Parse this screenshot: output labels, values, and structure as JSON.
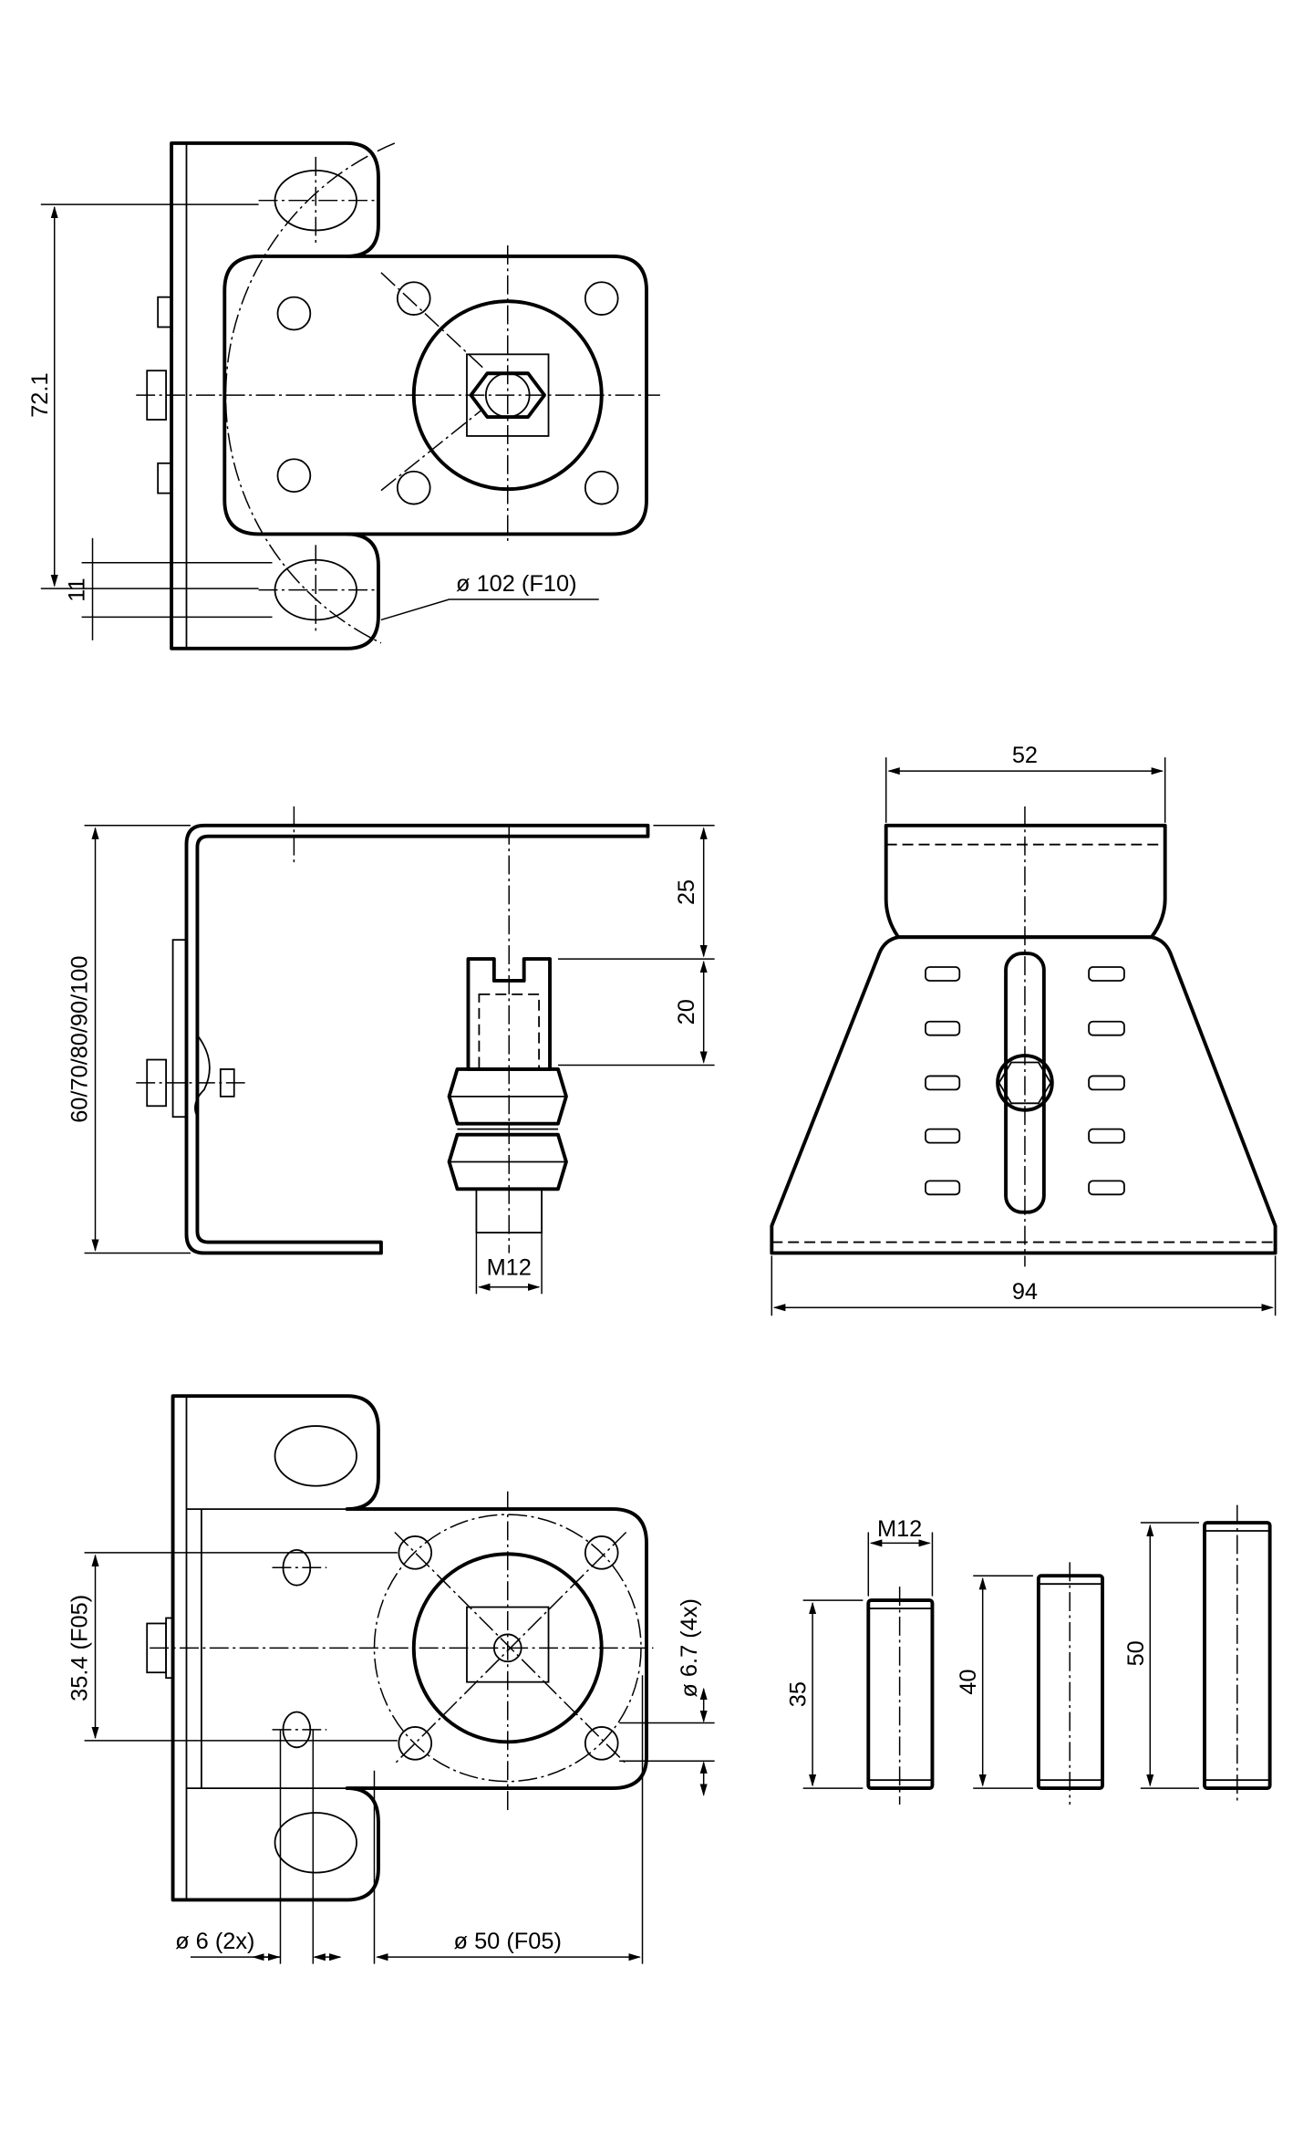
{
  "top_view": {
    "dim_height": "72.1",
    "dim_slot": "11",
    "dim_circle": "ø 102 (F10)"
  },
  "side_view": {
    "dim_heights": "60/70/80/90/100",
    "dim_top": "25",
    "dim_stud": "20",
    "dim_thread": "M12"
  },
  "front_view": {
    "dim_top_width": "52",
    "dim_bottom_width": "94"
  },
  "bottom_view": {
    "dim_spacing": "35.4 (F05)",
    "dim_hole": "ø 6.7 (4x)",
    "dim_small_hole": "ø 6 (2x)",
    "dim_circle": "ø 50 (F05)"
  },
  "pins": {
    "thread": "M12",
    "lengths": [
      "35",
      "40",
      "50"
    ]
  }
}
